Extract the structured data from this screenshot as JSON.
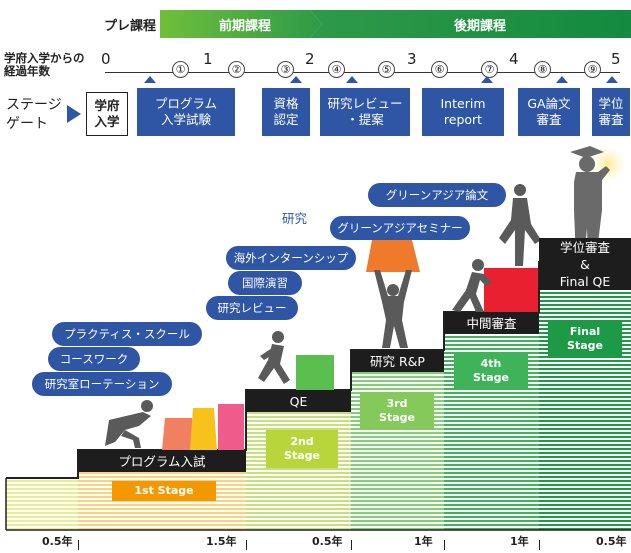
{
  "phases": {
    "pre": "プレ課程",
    "early": "前期課程",
    "late": "後期課程"
  },
  "axis": {
    "label": "学府入学からの\n経過年数",
    "ticks": [
      "0",
      "1",
      "2",
      "3",
      "4",
      "5"
    ],
    "circled": [
      "①",
      "②",
      "③",
      "④",
      "⑤",
      "⑥",
      "⑦",
      "⑧",
      "⑨"
    ]
  },
  "stage_gate": {
    "label": "ステージ\nゲート",
    "items": [
      "学府\n入学",
      "プログラム\n入学試験",
      "資格\n認定",
      "研究レビュー\n・提案",
      "Interim\nreport",
      "GA論文\n審査",
      "学位\n審査"
    ]
  },
  "activities": {
    "left": [
      "プラクティス・スクール",
      "コースワーク",
      "研究室ローテーション"
    ],
    "research_label": "研究",
    "middle": [
      "海外インターンシップ",
      "国際演習",
      "研究レビュー"
    ],
    "upper": [
      "グリーンアジア論文",
      "グリーンアジアセミナー"
    ]
  },
  "milestones": [
    "プログラム入試",
    "QE",
    "研究 R&P",
    "中間審査",
    "学位審査\n&\nFinal QE"
  ],
  "stages": [
    "1st Stage",
    "2nd\nStage",
    "3rd\nStage",
    "4th\nStage",
    "Final\nStage"
  ],
  "durations": [
    "0.5年",
    "1.5年",
    "0.5年",
    "1年",
    "1年",
    "0.5年"
  ],
  "colors": {
    "navy": "#2f56a5",
    "orange": "#f39800",
    "green": "#2e9a48",
    "lime": "#b8d63c",
    "dark": "#1d1d1d"
  }
}
